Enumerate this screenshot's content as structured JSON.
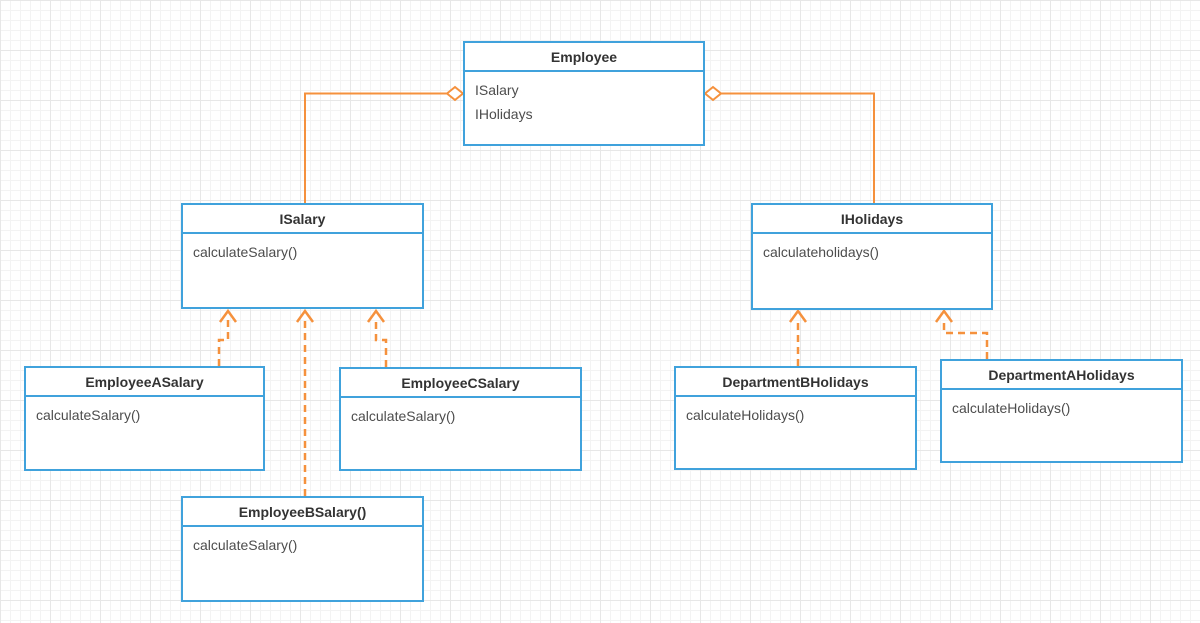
{
  "diagram_type": "uml-class-diagram",
  "colors": {
    "box_border": "#40a2dc",
    "connector": "#f5913d",
    "title_text": "#333333",
    "member_text": "#4d4d4d",
    "grid_minor": "#f3f3f3",
    "grid_major": "#e7e7e7",
    "canvas_bg": "#ffffff"
  },
  "classes": {
    "employee": {
      "title": "Employee",
      "members": [
        "ISalary",
        "IHolidays"
      ]
    },
    "isalary": {
      "title": "ISalary",
      "members": [
        "calculateSalary()"
      ]
    },
    "iholidays": {
      "title": "IHolidays",
      "members": [
        "calculateholidays()"
      ]
    },
    "employee_a_salary": {
      "title": "EmployeeASalary",
      "members": [
        "calculateSalary()"
      ]
    },
    "employee_c_salary": {
      "title": "EmployeeCSalary",
      "members": [
        "calculateSalary()"
      ]
    },
    "employee_b_salary": {
      "title": "EmployeeBSalary()",
      "members": [
        "calculateSalary()"
      ]
    },
    "department_b_holidays": {
      "title": "DepartmentBHolidays",
      "members": [
        "calculateHolidays()"
      ]
    },
    "department_a_holidays": {
      "title": "DepartmentAHolidays",
      "members": [
        "calculateHolidays()"
      ]
    }
  },
  "relationships": {
    "aggregations": [
      {
        "from": "Employee",
        "to": "ISalary",
        "diamond_at": "Employee"
      },
      {
        "from": "Employee",
        "to": "IHolidays",
        "diamond_at": "Employee"
      }
    ],
    "realizations": [
      {
        "from": "EmployeeASalary",
        "to": "ISalary",
        "style": "dashed-open-arrow"
      },
      {
        "from": "EmployeeBSalary()",
        "to": "ISalary",
        "style": "dashed-open-arrow"
      },
      {
        "from": "EmployeeCSalary",
        "to": "ISalary",
        "style": "dashed-open-arrow"
      },
      {
        "from": "DepartmentBHolidays",
        "to": "IHolidays",
        "style": "dashed-open-arrow"
      },
      {
        "from": "DepartmentAHolidays",
        "to": "IHolidays",
        "style": "dashed-open-arrow"
      }
    ]
  }
}
